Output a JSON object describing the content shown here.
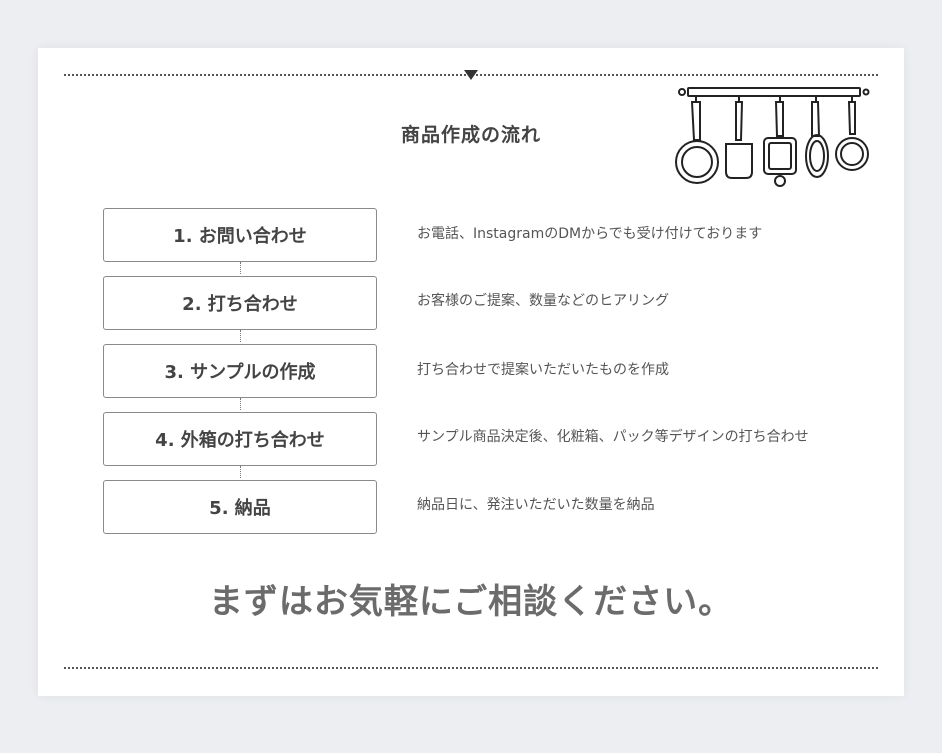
{
  "title": "商品作成の流れ",
  "steps": [
    {
      "label": "1. お問い合わせ",
      "description": "お電話、InstagramのDMからでも受け付けております"
    },
    {
      "label": "2. 打ち合わせ",
      "description": "お客様のご提案、数量などのヒアリング"
    },
    {
      "label": "3. サンプルの作成",
      "description": "打ち合わせで提案いただいたものを作成"
    },
    {
      "label": "4. 外箱の打ち合わせ",
      "description": "サンプル商品決定後、化粧箱、パック等デザインの打ち合わせ"
    },
    {
      "label": "5. 納品",
      "description": "納品日に、発注いただいた数量を納品"
    }
  ],
  "cta": "まずはお気軽にご相談ください。",
  "illustration": "hanging-pans-icon"
}
